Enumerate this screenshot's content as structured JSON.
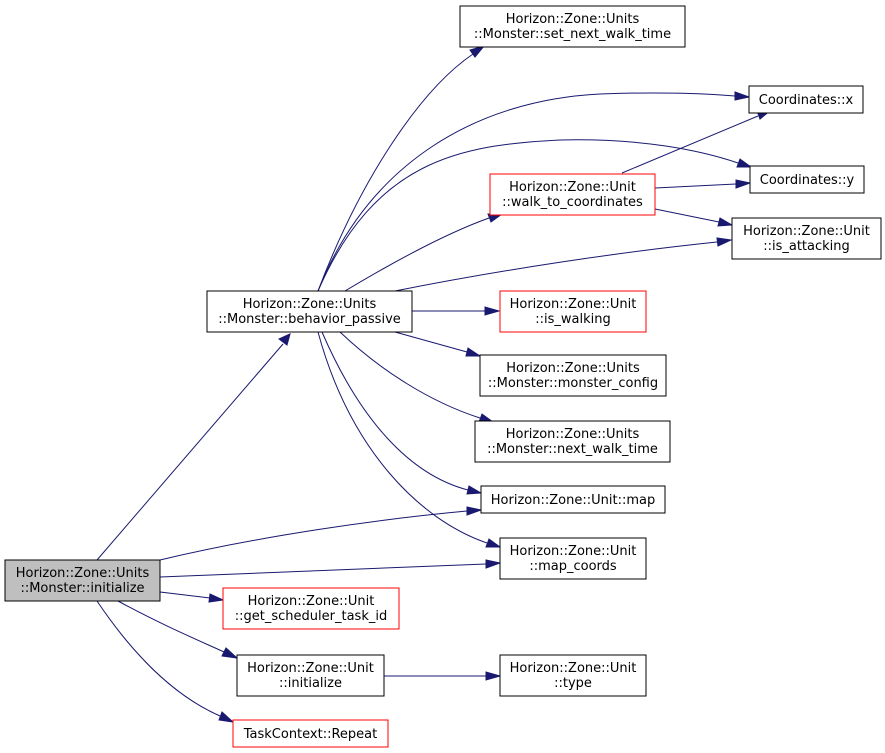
{
  "colors": {
    "edge": "#191970",
    "border_default": "#000000",
    "border_red": "#ff0000",
    "root_fill": "#bfbfbf"
  },
  "nodes": {
    "initialize_monster": {
      "lines": [
        "Horizon::Zone::Units",
        "::Monster::initialize"
      ]
    },
    "behavior_passive": {
      "lines": [
        "Horizon::Zone::Units",
        "::Monster::behavior_passive"
      ]
    },
    "set_next_walk_time": {
      "lines": [
        "Horizon::Zone::Units",
        "::Monster::set_next_walk_time"
      ]
    },
    "coordinates_x": {
      "lines": [
        "Coordinates::x"
      ]
    },
    "coordinates_y": {
      "lines": [
        "Coordinates::y"
      ]
    },
    "walk_to_coordinates": {
      "lines": [
        "Horizon::Zone::Unit",
        "::walk_to_coordinates"
      ]
    },
    "is_attacking": {
      "lines": [
        "Horizon::Zone::Unit",
        "::is_attacking"
      ]
    },
    "is_walking": {
      "lines": [
        "Horizon::Zone::Unit",
        "::is_walking"
      ]
    },
    "monster_config": {
      "lines": [
        "Horizon::Zone::Units",
        "::Monster::monster_config"
      ]
    },
    "next_walk_time": {
      "lines": [
        "Horizon::Zone::Units",
        "::Monster::next_walk_time"
      ]
    },
    "unit_map": {
      "lines": [
        "Horizon::Zone::Unit::map"
      ]
    },
    "map_coords": {
      "lines": [
        "Horizon::Zone::Unit",
        "::map_coords"
      ]
    },
    "get_scheduler_task_id": {
      "lines": [
        "Horizon::Zone::Unit",
        "::get_scheduler_task_id"
      ]
    },
    "unit_initialize": {
      "lines": [
        "Horizon::Zone::Unit",
        "::initialize"
      ]
    },
    "unit_type": {
      "lines": [
        "Horizon::Zone::Unit",
        "::type"
      ]
    },
    "task_repeat": {
      "lines": [
        "TaskContext::Repeat"
      ]
    }
  }
}
